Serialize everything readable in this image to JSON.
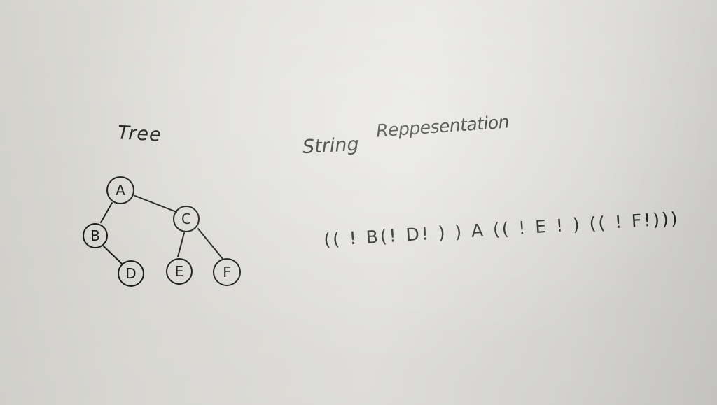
{
  "tree_label": "Tree",
  "string_label": "String",
  "representation_label": "Reppesentation",
  "string_representation": "(( ! B(! D! ) ) A (( ! E ! ) (( ! F!)))",
  "tree": {
    "nodes": [
      {
        "id": "A",
        "label": "A"
      },
      {
        "id": "B",
        "label": "B"
      },
      {
        "id": "C",
        "label": "C"
      },
      {
        "id": "D",
        "label": "D"
      },
      {
        "id": "E",
        "label": "E"
      },
      {
        "id": "F",
        "label": "F"
      }
    ],
    "edges": [
      [
        "A",
        "B"
      ],
      [
        "A",
        "C"
      ],
      [
        "B",
        "D"
      ],
      [
        "C",
        "E"
      ],
      [
        "C",
        "F"
      ]
    ]
  },
  "colors": {
    "ink": "#1b1b1b",
    "paper": "#e6e5e1"
  }
}
